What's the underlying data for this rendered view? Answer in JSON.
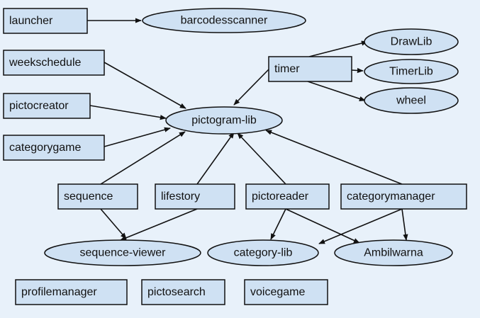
{
  "diagram": {
    "nodes": [
      {
        "id": "launcher",
        "label": "launcher",
        "shape": "box"
      },
      {
        "id": "barcodesscanner",
        "label": "barcodesscanner",
        "shape": "ellipse"
      },
      {
        "id": "weekschedule",
        "label": "weekschedule",
        "shape": "box"
      },
      {
        "id": "timer",
        "label": "timer",
        "shape": "box"
      },
      {
        "id": "drawlib",
        "label": "DrawLib",
        "shape": "ellipse"
      },
      {
        "id": "timerlib",
        "label": "TimerLib",
        "shape": "ellipse"
      },
      {
        "id": "wheel",
        "label": "wheel",
        "shape": "ellipse"
      },
      {
        "id": "pictocreator",
        "label": "pictocreator",
        "shape": "box"
      },
      {
        "id": "pictogram-lib",
        "label": "pictogram-lib",
        "shape": "ellipse"
      },
      {
        "id": "categorygame",
        "label": "categorygame",
        "shape": "box"
      },
      {
        "id": "sequence",
        "label": "sequence",
        "shape": "box"
      },
      {
        "id": "lifestory",
        "label": "lifestory",
        "shape": "box"
      },
      {
        "id": "pictoreader",
        "label": "pictoreader",
        "shape": "box"
      },
      {
        "id": "categorymanager",
        "label": "categorymanager",
        "shape": "box"
      },
      {
        "id": "sequence-viewer",
        "label": "sequence-viewer",
        "shape": "ellipse"
      },
      {
        "id": "category-lib",
        "label": "category-lib",
        "shape": "ellipse"
      },
      {
        "id": "ambilwarna",
        "label": "Ambilwarna",
        "shape": "ellipse"
      },
      {
        "id": "profilemanager",
        "label": "profilemanager",
        "shape": "box"
      },
      {
        "id": "pictosearch",
        "label": "pictosearch",
        "shape": "box"
      },
      {
        "id": "voicegame",
        "label": "voicegame",
        "shape": "box"
      }
    ],
    "edges": [
      {
        "from": "launcher",
        "to": "barcodesscanner"
      },
      {
        "from": "timer",
        "to": "drawlib"
      },
      {
        "from": "timer",
        "to": "timerlib"
      },
      {
        "from": "timer",
        "to": "wheel"
      },
      {
        "from": "timer",
        "to": "pictogram-lib"
      },
      {
        "from": "weekschedule",
        "to": "pictogram-lib"
      },
      {
        "from": "pictocreator",
        "to": "pictogram-lib"
      },
      {
        "from": "categorygame",
        "to": "pictogram-lib"
      },
      {
        "from": "sequence",
        "to": "pictogram-lib"
      },
      {
        "from": "lifestory",
        "to": "pictogram-lib"
      },
      {
        "from": "pictoreader",
        "to": "pictogram-lib"
      },
      {
        "from": "categorymanager",
        "to": "pictogram-lib"
      },
      {
        "from": "sequence",
        "to": "sequence-viewer"
      },
      {
        "from": "lifestory",
        "to": "sequence-viewer"
      },
      {
        "from": "pictoreader",
        "to": "category-lib"
      },
      {
        "from": "pictoreader",
        "to": "ambilwarna"
      },
      {
        "from": "categorymanager",
        "to": "category-lib"
      },
      {
        "from": "categorymanager",
        "to": "ambilwarna"
      }
    ]
  }
}
